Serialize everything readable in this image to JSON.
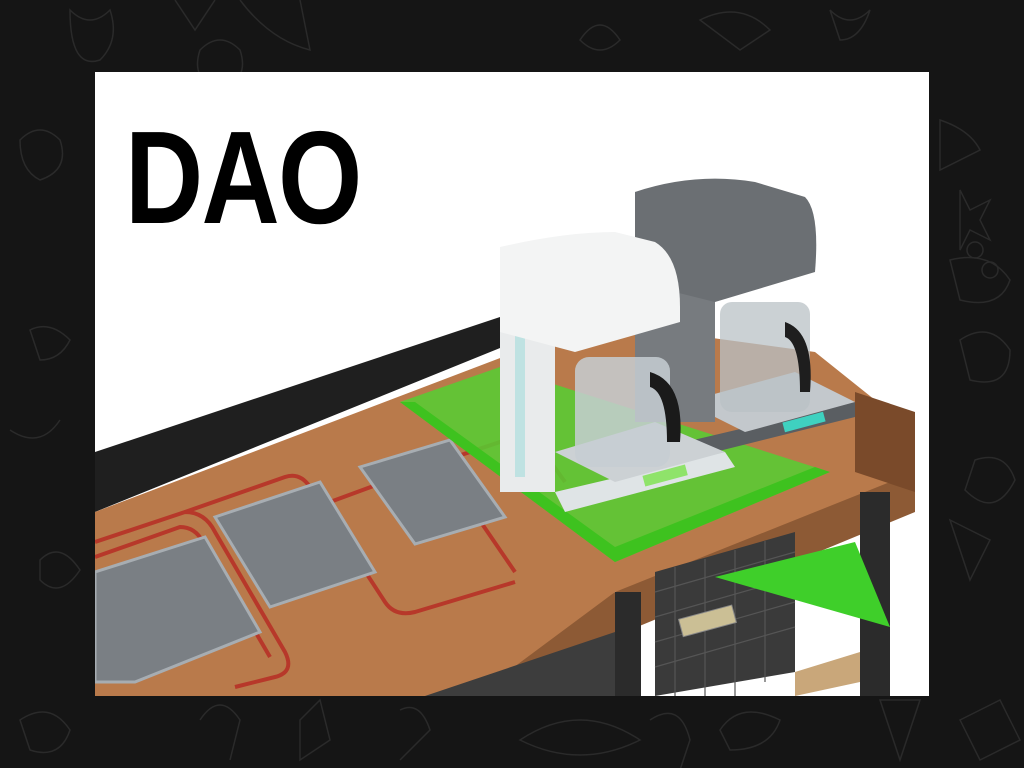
{
  "thumbnail": {
    "title_text": "DAO",
    "background_color": "#151515",
    "panel_color": "#ffffff",
    "colors": {
      "build_highlight_green": "#3fcf2a",
      "countertop_wood": "#b8784a",
      "heating_coil_red": "#c0392b",
      "counter_frame_black": "#222222",
      "white_coffee_maker": "#eeeeee",
      "grey_coffee_maker": "#6e6e6e",
      "white_display": "#8fe36a",
      "grey_display": "#3fd1c0"
    },
    "scene": {
      "objects": [
        {
          "name": "white-coffee-maker",
          "state": "selected-placement"
        },
        {
          "name": "grey-coffee-maker",
          "state": "placed"
        },
        {
          "name": "induction-burner",
          "count": 3
        },
        {
          "name": "kitchen-island-counter"
        },
        {
          "name": "wire-basket-drawer"
        }
      ],
      "rotation_arrow": "green-rotate-arrow"
    }
  }
}
